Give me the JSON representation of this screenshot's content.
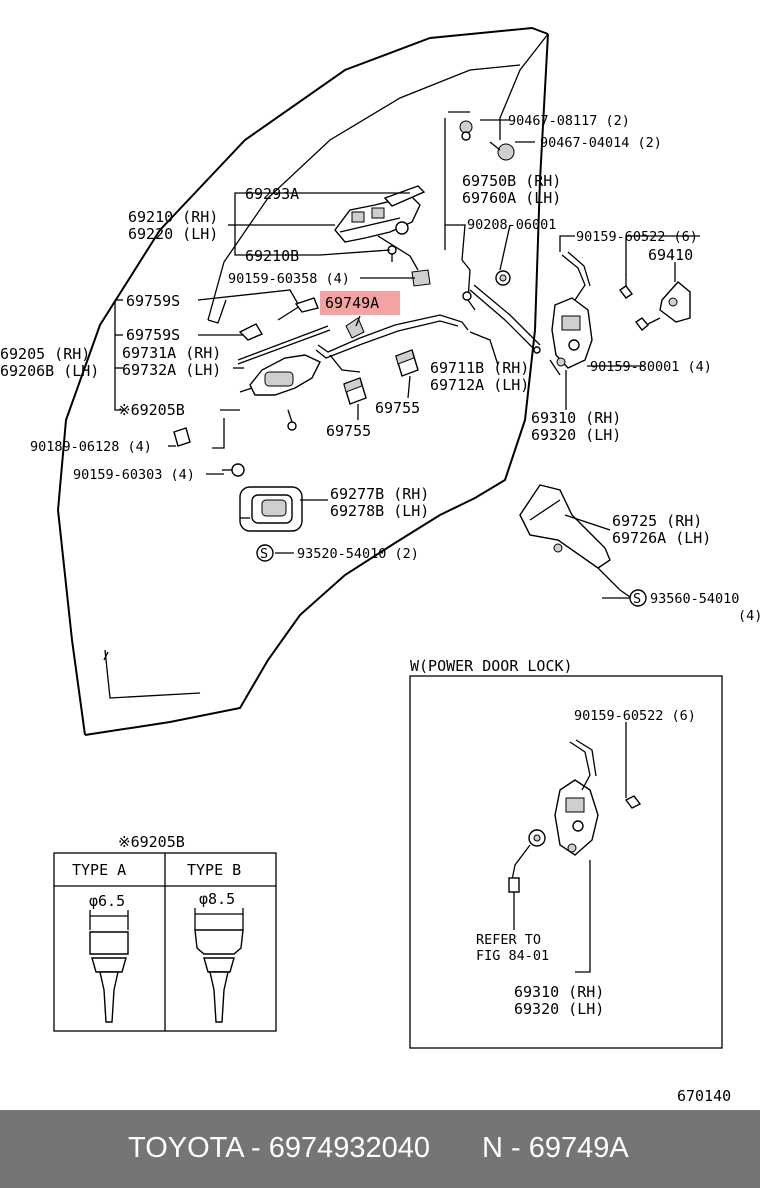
{
  "labels": {
    "p90467_08117": "90467-08117 (2)",
    "p90467_04014": "90467-04014 (2)",
    "p69750b": "69750B (RH)",
    "p69760a": "69760A (LH)",
    "p69293a": "69293A",
    "p69210": "69210 (RH)",
    "p69220": "69220 (LH)",
    "p90208": "90208-06001",
    "p90159_60522": "90159-60522 (6)",
    "p69410": "69410",
    "p69210b": "69210B",
    "p90159_60358": "90159-60358 (4)",
    "p69759s_1": "69759S",
    "p69749a": "69749A",
    "p69759s_2": "69759S",
    "p90159_80001": "90159-80001 (4)",
    "p69205": "69205  (RH)",
    "p69206b": "69206B (LH)",
    "p69731a": "69731A (RH)",
    "p69732a": "69732A (LH)",
    "p69711b": "69711B (RH)",
    "p69712a": "69712A (LH)",
    "p69205b": "※69205B",
    "p69755_a": "69755",
    "p69755_b": "69755",
    "p69310": "69310 (RH)",
    "p69320": "69320 (LH)",
    "p90189": "90189-06128 (4)",
    "p90159_60303": "90159-60303 (4)",
    "p69277b": "69277B (RH)",
    "p69278b": "69278B (LH)",
    "p69725": "69725  (RH)",
    "p69726a": "69726A (LH)",
    "p93520": "93520-54010 (2)",
    "p93560": "93560-54010",
    "p93560_qty": "(4)",
    "s_mark1": "S",
    "s_mark2": "S"
  },
  "power_lock": {
    "title": "W(POWER DOOR LOCK)",
    "p90159": "90159-60522 (6)",
    "refer1": "REFER TO",
    "refer2": "FIG 84-01",
    "p69310": "69310 (RH)",
    "p69320": "69320 (LH)"
  },
  "type_table": {
    "title": "※69205B",
    "col_a": "TYPE A",
    "col_b": "TYPE B",
    "dia_a": "φ6.5",
    "dia_b": "φ8.5"
  },
  "figure_number": "670140",
  "highlight_color": "#f4a3a3",
  "footer": {
    "brand_part": "TOYOTA - 6974932040",
    "ref": "N - 69749A"
  }
}
